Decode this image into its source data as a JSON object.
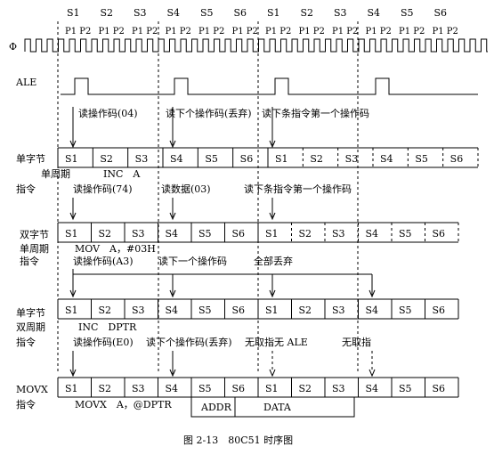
{
  "header": {
    "states": [
      "S1",
      "S2",
      "S3",
      "S4",
      "S5",
      "S6",
      "S1",
      "S2",
      "S3",
      "S4",
      "S5",
      "S6"
    ],
    "phase": "P1 P2"
  },
  "signals": {
    "clock": "Φ",
    "ale": "ALE"
  },
  "section1": {
    "annotations": [
      "读操作码(04)",
      "读下个操作码(丢弃)",
      "读下条指令第一个操作码"
    ],
    "row_label": "单字节",
    "sub_label": "单周期",
    "instr_label": "指令",
    "instruction": "INC　A",
    "cells": [
      "S1",
      "S2",
      "S3",
      "S4",
      "S5",
      "S6",
      "S1",
      "S2",
      "S3",
      "S4",
      "S5",
      "S6"
    ]
  },
  "section2": {
    "annotations": [
      "读操作码(74)",
      "读数据(03)",
      "读下条指令第一个操作码"
    ],
    "row_label": "双字节",
    "sub_label": "单周期",
    "instr_label": "指令",
    "instruction": "MOV　A，#03H",
    "cells": [
      "S1",
      "S2",
      "S3",
      "S4",
      "S5",
      "S6",
      "S1",
      "S2",
      "S3",
      "S4",
      "S5",
      "S6"
    ]
  },
  "section3": {
    "annotations": [
      "读操作码(A3)",
      "读下一个操作码",
      "全部丢弃"
    ],
    "row_label": "单字节",
    "sub_label": "双周期",
    "instr_label": "指令",
    "instruction": "INC　DPTR",
    "cells": [
      "S1",
      "S2",
      "S3",
      "S4",
      "S5",
      "S6",
      "S1",
      "S2",
      "S3",
      "S4",
      "S5",
      "S6"
    ]
  },
  "section4": {
    "annotations": [
      "读操作码(E0)",
      "读下个操作码(丢弃)",
      "无取指无 ALE",
      "无取指"
    ],
    "row_label": "MOVX",
    "instr_label": "指令",
    "instruction": "MOVX　A，@DPTR",
    "cells": [
      "S1",
      "S2",
      "S3",
      "S4",
      "S5",
      "S6",
      "S1",
      "S2",
      "S3",
      "S4",
      "S5",
      "S6"
    ],
    "bus": [
      "ADDR",
      "DATA"
    ]
  },
  "caption": "图 2-13　80C51 时序图"
}
